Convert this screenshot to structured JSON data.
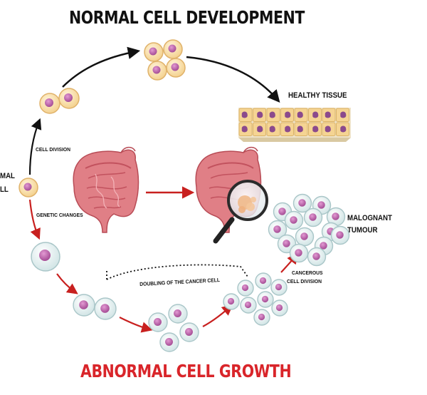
{
  "titles": {
    "normal": "NORMAL CELL DEVELOPMENT",
    "abnormal": "ABNORMAL CELL GROWTH"
  },
  "labels": {
    "normal_cell_line1": "MAL",
    "normal_cell_line2": "LL",
    "cell_division": "CELL DIVISION",
    "genetic_changes": "GENETIC CHANGES",
    "healthy_tissue": "HEALTHY TISSUE",
    "doubling": "DOUBLING OF THE CANCER CELL",
    "cancerous_line1": "CANCEROUS",
    "cancerous_line2": "CELL DIVISION",
    "tumour_line1": "MALOGNANT",
    "tumour_line2": "TUMOUR"
  },
  "colors": {
    "title_normal": "#111111",
    "title_abnormal": "#d9252a",
    "arrow_normal": "#111111",
    "arrow_abnormal": "#c8201f",
    "normal_cell_fill": "#f7dca3",
    "normal_cell_edge": "#e0b26a",
    "nucleus": "#b4529a",
    "cancer_cell_fill": "#e3f0f0",
    "cancer_cell_edge": "#a9c6c8",
    "intestine": "#d9717a",
    "tissue_fill": "#f3d9a6",
    "tissue_nucleus": "#8b4a8c"
  }
}
